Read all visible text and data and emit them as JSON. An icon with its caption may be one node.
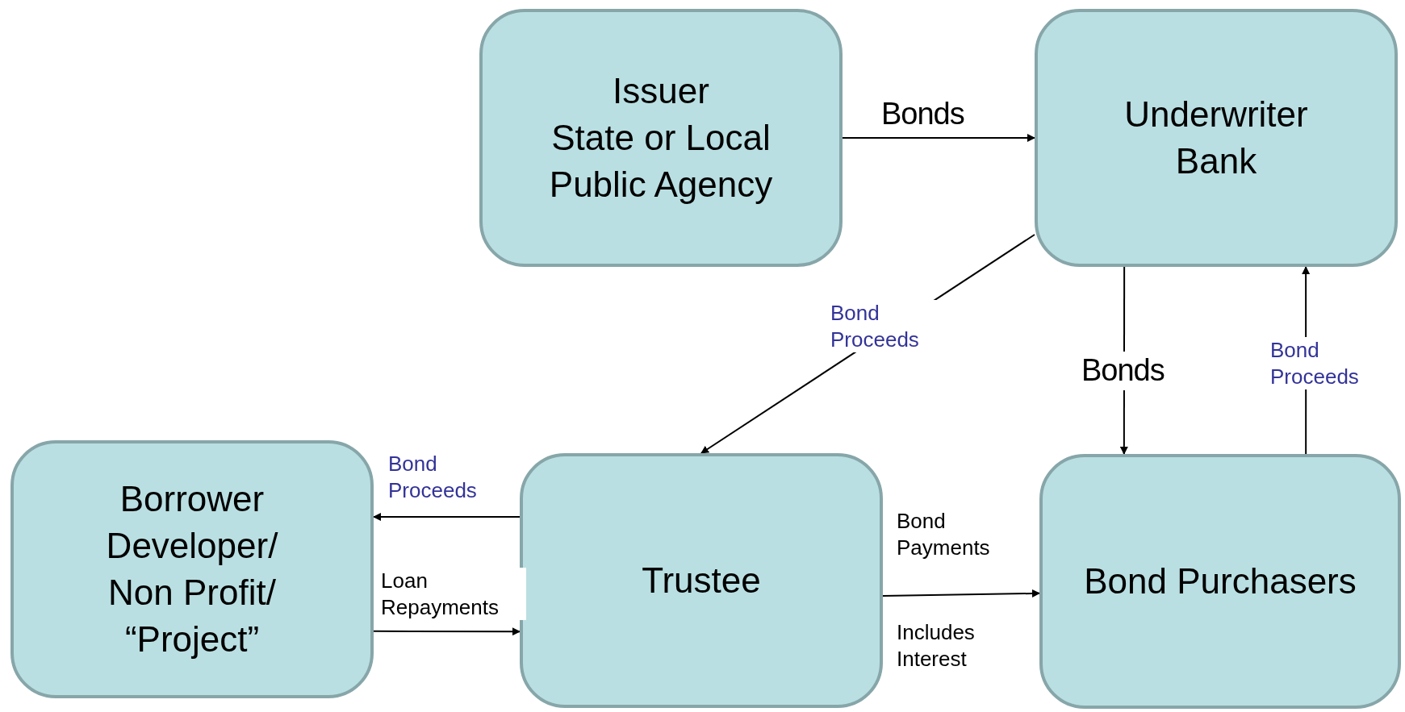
{
  "diagram": {
    "nodes": [
      {
        "text": [
          "Issuer",
          "State or Local Public Agency"
        ]
      },
      {
        "text": [
          "Underwriter",
          "Bank"
        ]
      },
      {
        "text": [
          "Borrower",
          "Developer/ Non Profit/ “Project”"
        ]
      },
      {
        "text": [
          "Trustee"
        ]
      },
      {
        "text": [
          "Bond Purchasers"
        ]
      }
    ],
    "edges": [
      {
        "from": 0,
        "to": 1,
        "arrow": "to",
        "label": "Bonds"
      },
      {
        "from": 1,
        "to": 3,
        "arrow": "to",
        "label": "Bond Proceeds"
      },
      {
        "from": 1,
        "to": 4,
        "arrow": "to",
        "label": "Bonds"
      },
      {
        "from": 4,
        "to": 1,
        "arrow": "to",
        "label": "Bond Proceeds"
      },
      {
        "from": 3,
        "to": 2,
        "arrow": "to",
        "label": "Bond Proceeds"
      },
      {
        "from": 2,
        "to": 3,
        "arrow": "to",
        "label": "Loan Repayments"
      },
      {
        "from": 3,
        "to": 4,
        "arrow": "to",
        "label": "Bond Payments"
      }
    ],
    "labels": [
      "Includes Interest"
    ]
  }
}
